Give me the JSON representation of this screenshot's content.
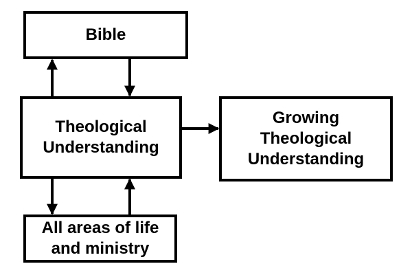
{
  "diagram": {
    "nodes": {
      "bible": "Bible",
      "theology": "Theological\nUnderstanding",
      "growing": "Growing\nTheological\nUnderstanding",
      "areas": "All areas of life\nand ministry"
    },
    "edges": [
      {
        "from": "theology",
        "to": "bible"
      },
      {
        "from": "bible",
        "to": "theology"
      },
      {
        "from": "theology",
        "to": "growing"
      },
      {
        "from": "theology",
        "to": "areas"
      },
      {
        "from": "areas",
        "to": "theology"
      }
    ],
    "colors": {
      "stroke": "#000000",
      "fill": "#ffffff"
    }
  }
}
